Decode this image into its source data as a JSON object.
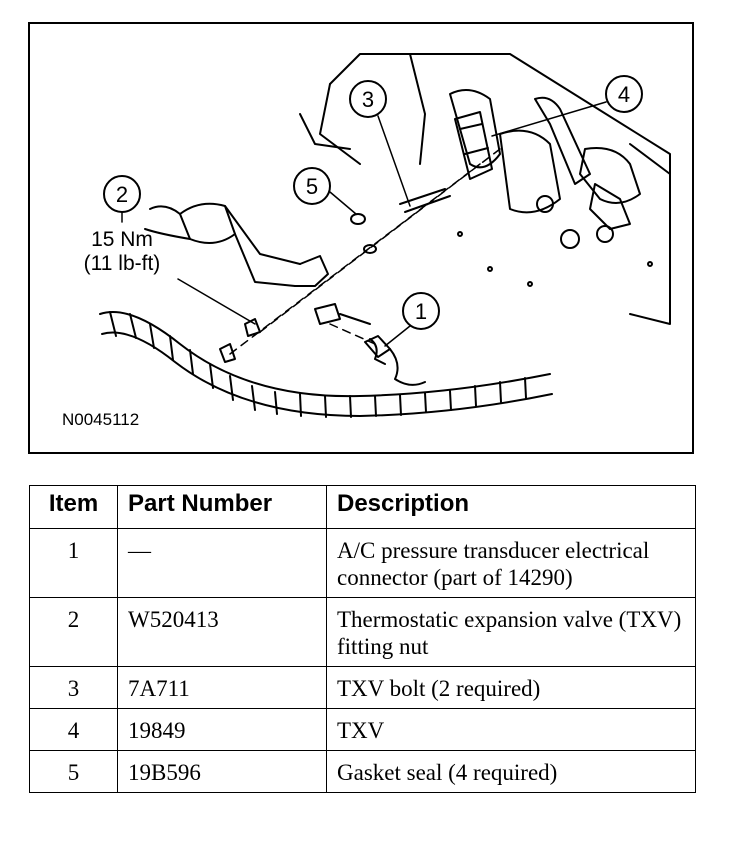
{
  "figure": {
    "id": "N0045112",
    "callouts": [
      "1",
      "2",
      "3",
      "4",
      "5"
    ],
    "torque_value": "15 Nm",
    "torque_imperial": "(11 lb-ft)"
  },
  "table": {
    "headers": [
      "Item",
      "Part Number",
      "Description"
    ],
    "rows": [
      {
        "item": "1",
        "part_number": "—",
        "description": "A/C pressure transducer electrical connector (part of 14290)"
      },
      {
        "item": "2",
        "part_number": "W520413",
        "description": "Thermostatic expansion valve (TXV) fitting nut"
      },
      {
        "item": "3",
        "part_number": "7A711",
        "description": "TXV bolt (2 required)"
      },
      {
        "item": "4",
        "part_number": "19849",
        "description": "TXV"
      },
      {
        "item": "5",
        "part_number": "19B596",
        "description": "Gasket seal (4 required)"
      }
    ]
  }
}
